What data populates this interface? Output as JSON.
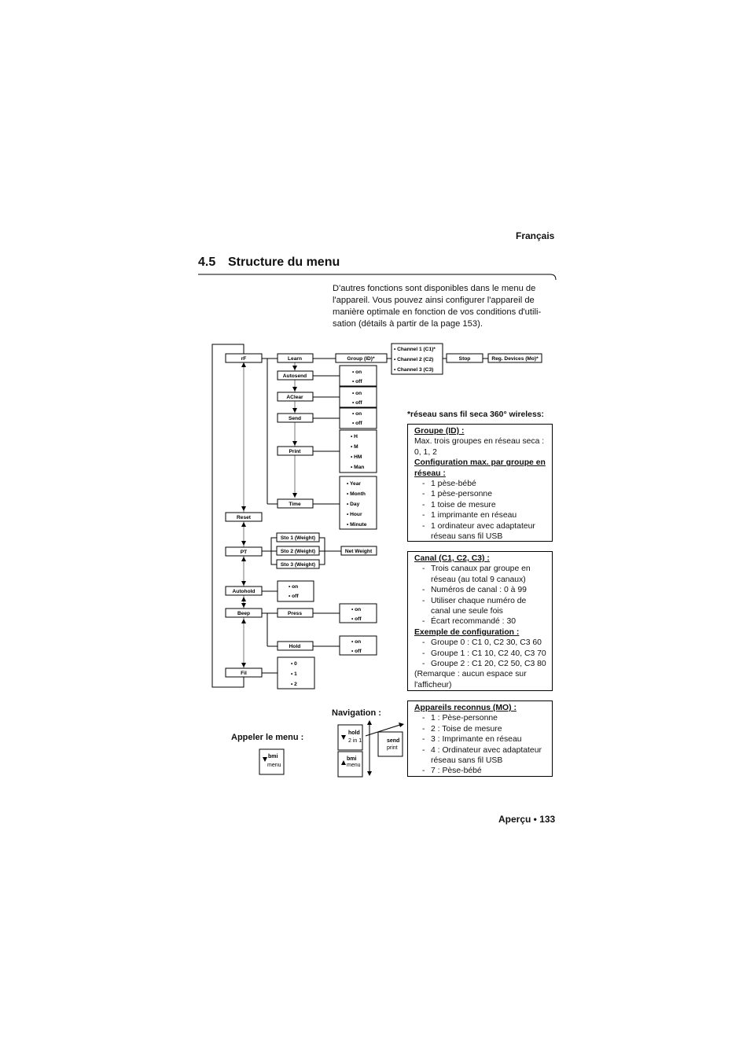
{
  "header": {
    "language": "Français"
  },
  "section": {
    "number": "4.5",
    "title": "Structure du menu"
  },
  "intro": "D'autres fonctions sont disponibles dans le menu de l'appareil. Vous pouvez ainsi configurer l'appareil de manière optimale en fonction de vos conditions d'utili-sation (détails à partir de la page 153).",
  "diagram": {
    "main": [
      "rF",
      "Reset",
      "PT",
      "Autohold",
      "Beep",
      "Fil"
    ],
    "rf_items": [
      "Learn",
      "Autosend",
      "AClear",
      "Send",
      "Print",
      "Time"
    ],
    "group": "Group (ID)*",
    "channels": [
      "• Channel 1 (C1)*",
      "• Channel 2 (C2)",
      "• Channel 3 (C3)"
    ],
    "stop": "Stop",
    "reg": "Reg. Devices (Mo)*",
    "on": "• on",
    "off": "• off",
    "print_opts": [
      "• H",
      "• M",
      "• HM",
      "• Man"
    ],
    "time_opts": [
      "• Year",
      "• Month",
      "• Day",
      "• Hour",
      "• Minute"
    ],
    "sto": [
      "Sto 1 (Weight)",
      "Sto 2 (Weight)",
      "Sto 3 (Weight)"
    ],
    "net": "Net Weight",
    "press": "Press",
    "hold": "Hold",
    "fil_opts": [
      "• 0",
      "• 1",
      "• 2"
    ]
  },
  "note": {
    "heading": "*réseau sans fil seca 360° wireless:",
    "groupe_title": "Groupe (ID) :",
    "groupe_text": "Max. trois groupes en réseau seca : 0, 1, 2",
    "config_title": "Configuration max. par groupe en réseau :",
    "config_items": [
      "1 pèse-bébé",
      "1 pèse-personne",
      "1 toise de mesure",
      "1 imprimante en réseau",
      "1 ordinateur avec adaptateur réseau sans fil USB"
    ],
    "canal_title": "Canal (C1, C2, C3) :",
    "canal_items": [
      "Trois canaux par groupe en réseau (au total 9 canaux)",
      "Numéros de canal : 0 à 99",
      "Utiliser chaque numéro de canal une seule fois",
      "Écart recommandé : 30"
    ],
    "exemple_title": "Exemple de configuration :",
    "exemple_items": [
      "Groupe 0 : C1 0, C2 30, C3 60",
      "Groupe 1 : C1 10, C2 40, C3 70",
      "Groupe 2 : C1 20, C2 50, C3 80"
    ],
    "remarque": "(Remarque : aucun espace sur l'afficheur)",
    "app_title": "Appareils reconnus (MO) :",
    "app_items": [
      "1 : Pèse-personne",
      "2 : Toise de mesure",
      "3 : Imprimante en réseau",
      "4 : Ordinateur avec adaptateur réseau sans fil USB",
      "7 : Pèse-bébé"
    ]
  },
  "nav": {
    "appeler": "Appeler le menu :",
    "navigation": "Navigation :",
    "bmi": "bmi",
    "menu": "menu",
    "hold": "hold",
    "two_in_one": "2 in 1",
    "send": "send",
    "print": "print"
  },
  "footer": "Aperçu • 133"
}
